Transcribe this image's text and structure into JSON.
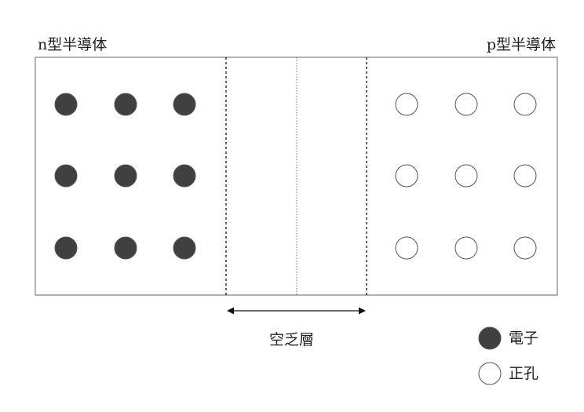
{
  "labels": {
    "n_region": "n型半導体",
    "p_region": "p型半導体",
    "depletion": "空乏層"
  },
  "legend": {
    "electron": "電子",
    "hole": "正孔"
  },
  "carriers": {
    "electron_grid": {
      "rows": 3,
      "cols": 3
    },
    "hole_grid": {
      "rows": 3,
      "cols": 3
    }
  },
  "colors": {
    "electron_fill": "#404040",
    "hole_fill": "#ffffff",
    "outline": "#555555"
  }
}
